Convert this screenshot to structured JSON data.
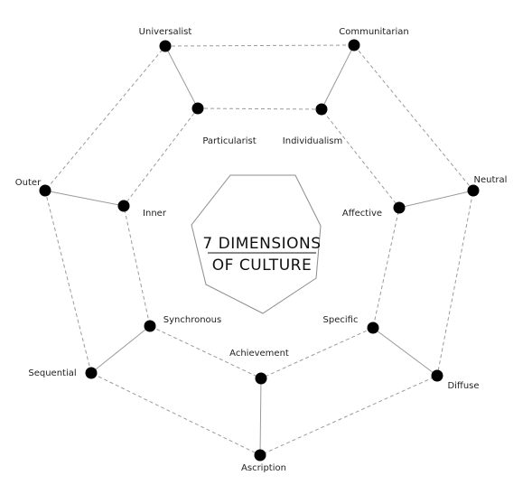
{
  "diagram": {
    "title_line1": "7 DIMENSIONS",
    "title_line2": "OF CULTURE",
    "dimensions": [
      {
        "outer": "Universalist",
        "inner": "Particularist"
      },
      {
        "outer": "Communitarian",
        "inner": "Individualism"
      },
      {
        "outer": "Neutral",
        "inner": "Affective"
      },
      {
        "outer": "Diffuse",
        "inner": "Specific"
      },
      {
        "outer": "Ascription",
        "inner": "Achievement"
      },
      {
        "outer": "Sequential",
        "inner": "Synchronous"
      },
      {
        "outer": "Outer",
        "inner": "Inner"
      }
    ]
  }
}
